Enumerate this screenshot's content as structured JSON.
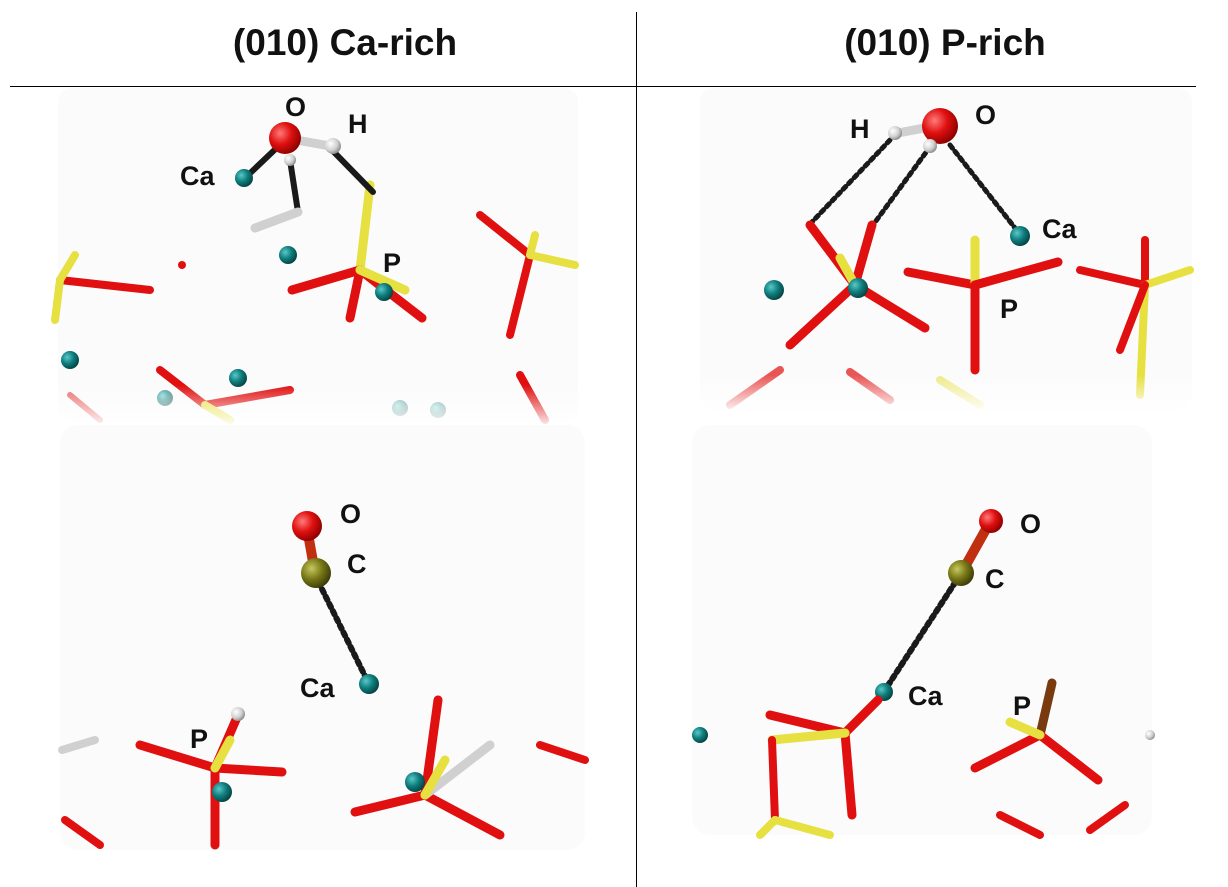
{
  "headers": {
    "left": "(010) Ca-rich",
    "right": "(010) P-rich"
  },
  "panels": {
    "top_left": {
      "labels": {
        "o": "O",
        "h": "H",
        "ca": "Ca",
        "p": "P"
      }
    },
    "top_right": {
      "labels": {
        "h": "H",
        "o": "O",
        "ca": "Ca",
        "p": "P"
      }
    },
    "bottom_left": {
      "labels": {
        "o": "O",
        "c": "C",
        "ca": "Ca",
        "p": "P"
      }
    },
    "bottom_right": {
      "labels": {
        "o": "O",
        "c": "C",
        "ca": "Ca",
        "p": "P"
      }
    }
  },
  "colors": {
    "oxygen": "#e01010",
    "phosphorus": "#e6e040",
    "calcium": "#0f7f7f",
    "carbon": "#7a7a18",
    "hydrogen": "#d0d0d0",
    "bond": "#1a1a1a"
  }
}
